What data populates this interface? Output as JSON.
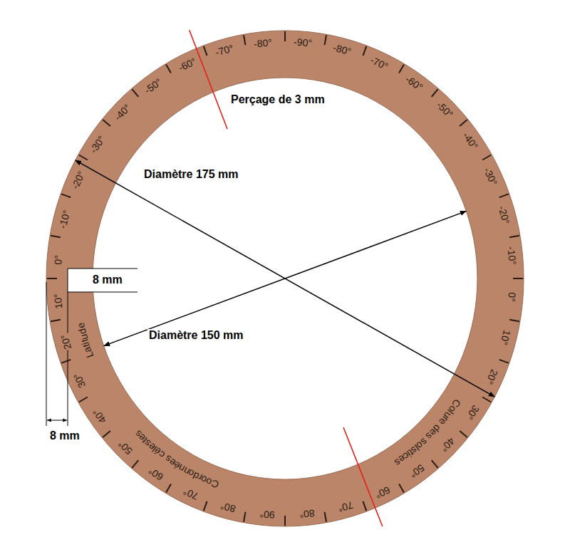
{
  "diagram": {
    "labels": [
      "Perçage de 3 mm",
      "Diamètre 175 mm",
      "8 mm",
      "Diamètre 150 mm",
      "8 mm",
      "Latitude",
      "Coordonnées célestes",
      "Colure des solstices",
      "-90°",
      "-80°",
      "-70°",
      "-60°",
      "-50°",
      "-40°",
      "-30°",
      "-20°",
      "-10°",
      "0°",
      "10°",
      "20°",
      "30°",
      "40°",
      "50°",
      "60°",
      "70°",
      "80°",
      "90°",
      "80°",
      "70°",
      "60°",
      "50°",
      "40°",
      "30°",
      "20°",
      "10°",
      "0°",
      "-10°",
      "-20°",
      "-30°",
      "-40°",
      "-50°",
      "-60°",
      "-70°",
      "-80°"
    ]
  }
}
